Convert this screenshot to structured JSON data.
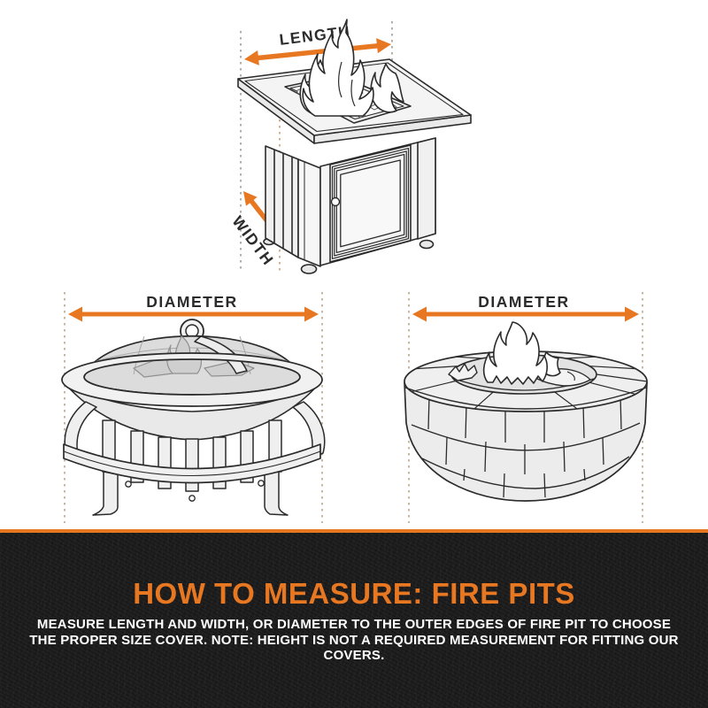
{
  "measure_labels": {
    "length": "LENGTH",
    "width": "WIDTH",
    "diameter_left": "DIAMETER",
    "diameter_right": "DIAMETER"
  },
  "illustrations": {
    "top": "square-gas-fire-pit-table-with-flame",
    "bottom_left": "round-metal-fire-pit-with-dome-spark-screen",
    "bottom_right": "round-stone-fire-pit-ring-with-flame"
  },
  "banner": {
    "title": "HOW TO MEASURE: FIRE PITS",
    "description_line1": "MEASURE LENGTH AND WIDTH, OR DIAMETER TO THE OUTER EDGES OF FIRE PIT TO CHOOSE",
    "description_line2": "THE PROPER SIZE COVER. NOTE: HEIGHT IS NOT A REQUIRED MEASUREMENT FOR FITTING OUR COVERS."
  },
  "colors": {
    "accent_orange": "#E87722",
    "banner_background": "#3B3B3B",
    "banner_text": "#FFFFFF",
    "outline_dark": "#2B2B2B",
    "guide_dash_gray": "#9A958C",
    "guide_dash_tan": "#C89A68"
  }
}
